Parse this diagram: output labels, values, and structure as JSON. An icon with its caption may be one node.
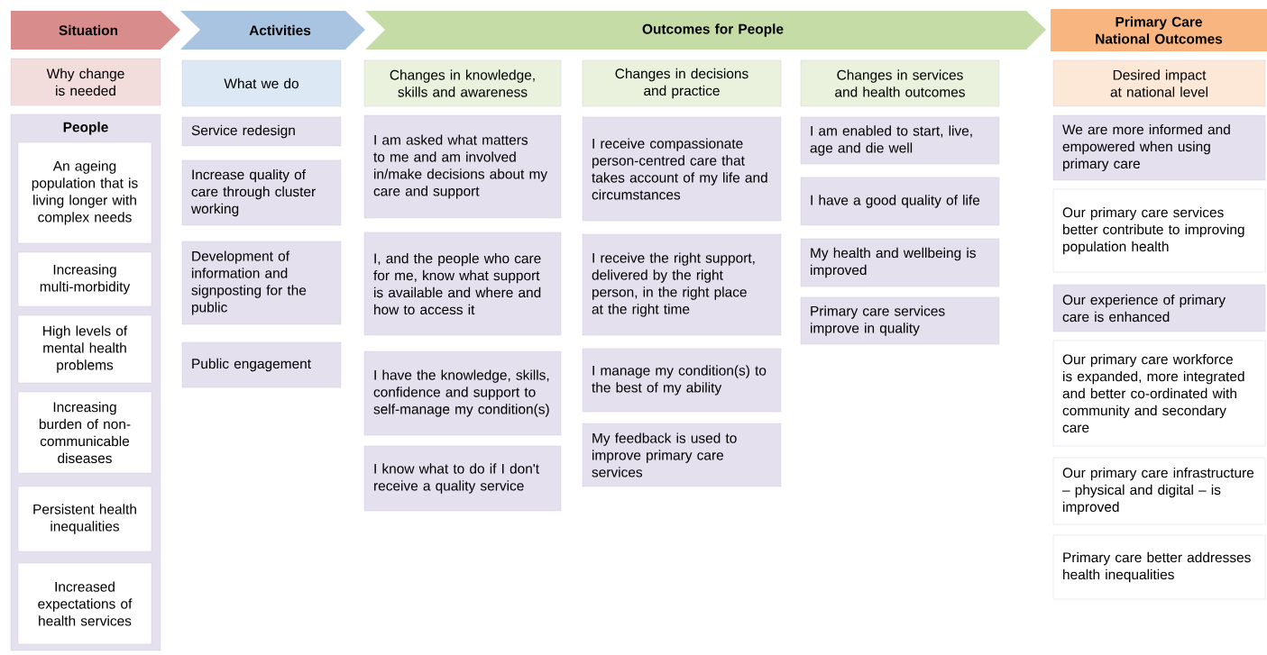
{
  "diagram": {
    "nodes": [
      {
        "text": [
          "Situation"
        ]
      },
      {
        "text": [
          "Activities"
        ]
      },
      {
        "text": [
          "Outcomes for People"
        ]
      },
      {
        "text": [
          "Primary Care National Outcomes"
        ]
      },
      {
        "text": [
          "Why change is needed"
        ]
      },
      {
        "text": [
          "People"
        ]
      },
      {
        "text": [
          "An ageing population that is living longer with complex needs"
        ],
        "in": 5
      },
      {
        "text": [
          "Increasing multi-morbidity"
        ],
        "in": 5
      },
      {
        "text": [
          "High levels of mental health problems"
        ],
        "in": 5
      },
      {
        "text": [
          "Increasing burden of non-communicable diseases"
        ],
        "in": 5
      },
      {
        "text": [
          "Persistent health inequalities"
        ],
        "in": 5
      },
      {
        "text": [
          "Increased expectations of health services"
        ],
        "in": 5
      },
      {
        "text": [
          "What we do"
        ]
      },
      {
        "text": [
          "Service redesign"
        ]
      },
      {
        "text": [
          "Increase quality of care through cluster working"
        ]
      },
      {
        "text": [
          "Development of information and signposting for the public"
        ]
      },
      {
        "text": [
          "Public engagement"
        ]
      },
      {
        "text": [
          "Changes in knowledge, skills and awareness"
        ]
      },
      {
        "text": [
          "I am asked what matters to me and am involved in/make decisions about my care and support"
        ]
      },
      {
        "text": [
          "I, and the people who care for me, know what support is available and where and how to access it"
        ]
      },
      {
        "text": [
          "I have the knowledge, skills, confidence and support to self-manage my condition(s)"
        ]
      },
      {
        "text": [
          "I know what to do if I don't receive a quality service"
        ]
      },
      {
        "text": [
          "Changes in decisions and practice"
        ]
      },
      {
        "text": [
          "I receive compassionate person-centred care that takes account of my life and circumstances"
        ]
      },
      {
        "text": [
          "I receive the right support, delivered by the right person, in the right place at the right time"
        ]
      },
      {
        "text": [
          "I manage my condition(s) to the best of my ability"
        ]
      },
      {
        "text": [
          "My feedback is used to improve primary care services"
        ]
      },
      {
        "text": [
          "Changes in services and health outcomes"
        ]
      },
      {
        "text": [
          "I am enabled to start, live, age and die well"
        ]
      },
      {
        "text": [
          "I have a good quality of life"
        ]
      },
      {
        "text": [
          "My health and wellbeing is improved"
        ]
      },
      {
        "text": [
          "Primary care services improve in quality"
        ]
      },
      {
        "text": [
          "Desired impact at national level"
        ]
      },
      {
        "text": [
          "We are more informed and empowered when using primary care"
        ]
      },
      {
        "text": [
          "Our primary care services better contribute to improving population health"
        ]
      },
      {
        "text": [
          "Our experience of primary care is enhanced"
        ]
      },
      {
        "text": [
          "Our primary care workforce is expanded, more integrated and better co-ordinated with community and secondary care"
        ]
      },
      {
        "text": [
          "Our primary care infrastructure – physical and digital – is improved"
        ]
      },
      {
        "text": [
          "Primary care better addresses health inequalities"
        ]
      }
    ]
  }
}
